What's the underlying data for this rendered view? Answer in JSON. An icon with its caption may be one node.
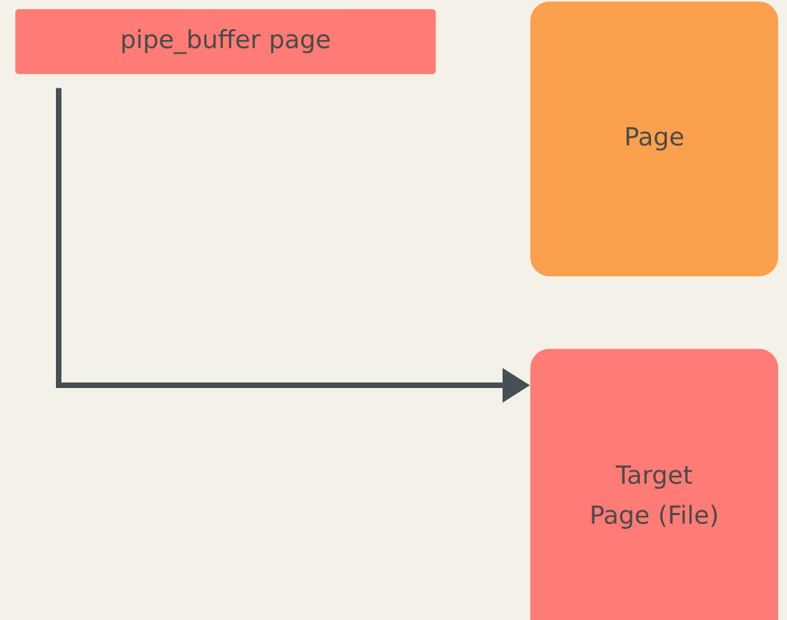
{
  "diagram": {
    "nodes": [
      {
        "text": [
          "pipe_buffer page"
        ]
      },
      {
        "text": [
          "Page"
        ]
      },
      {
        "text": [
          "Target Page (File)"
        ]
      }
    ],
    "edges": [
      {
        "from": 0,
        "to": 2,
        "arrow": "to"
      }
    ]
  }
}
